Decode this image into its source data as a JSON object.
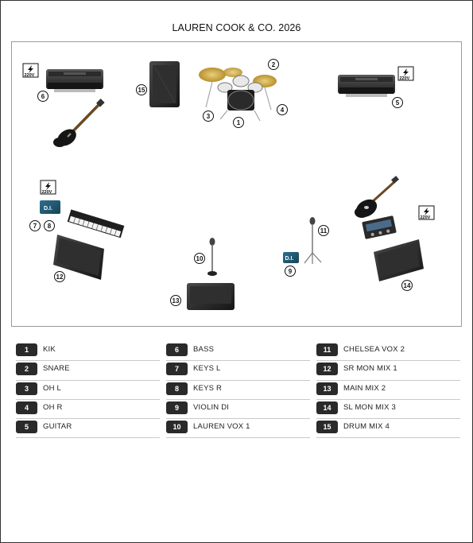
{
  "title": "LAUREN COOK & CO. 2026",
  "power_label": "220V",
  "di_label": "D.I.",
  "markers": [
    "1",
    "2",
    "3",
    "4",
    "5",
    "6",
    "7",
    "8",
    "9",
    "10",
    "11",
    "12",
    "13",
    "14",
    "15"
  ],
  "inputs": [
    {
      "num": "1",
      "label": "KIK"
    },
    {
      "num": "2",
      "label": "SNARE"
    },
    {
      "num": "3",
      "label": "OH L"
    },
    {
      "num": "4",
      "label": "OH R"
    },
    {
      "num": "5",
      "label": "GUITAR"
    },
    {
      "num": "6",
      "label": "BASS"
    },
    {
      "num": "7",
      "label": "KEYS L"
    },
    {
      "num": "8",
      "label": "KEYS R"
    },
    {
      "num": "9",
      "label": "VIOLIN DI"
    },
    {
      "num": "10",
      "label": "LAUREN VOX 1"
    },
    {
      "num": "11",
      "label": "CHELSEA VOX 2"
    },
    {
      "num": "12",
      "label": "SR MON MIX 1"
    },
    {
      "num": "13",
      "label": "MAIN MIX 2"
    },
    {
      "num": "14",
      "label": "SL MON MIX 3"
    },
    {
      "num": "15",
      "label": "DRUM MIX 4"
    }
  ]
}
